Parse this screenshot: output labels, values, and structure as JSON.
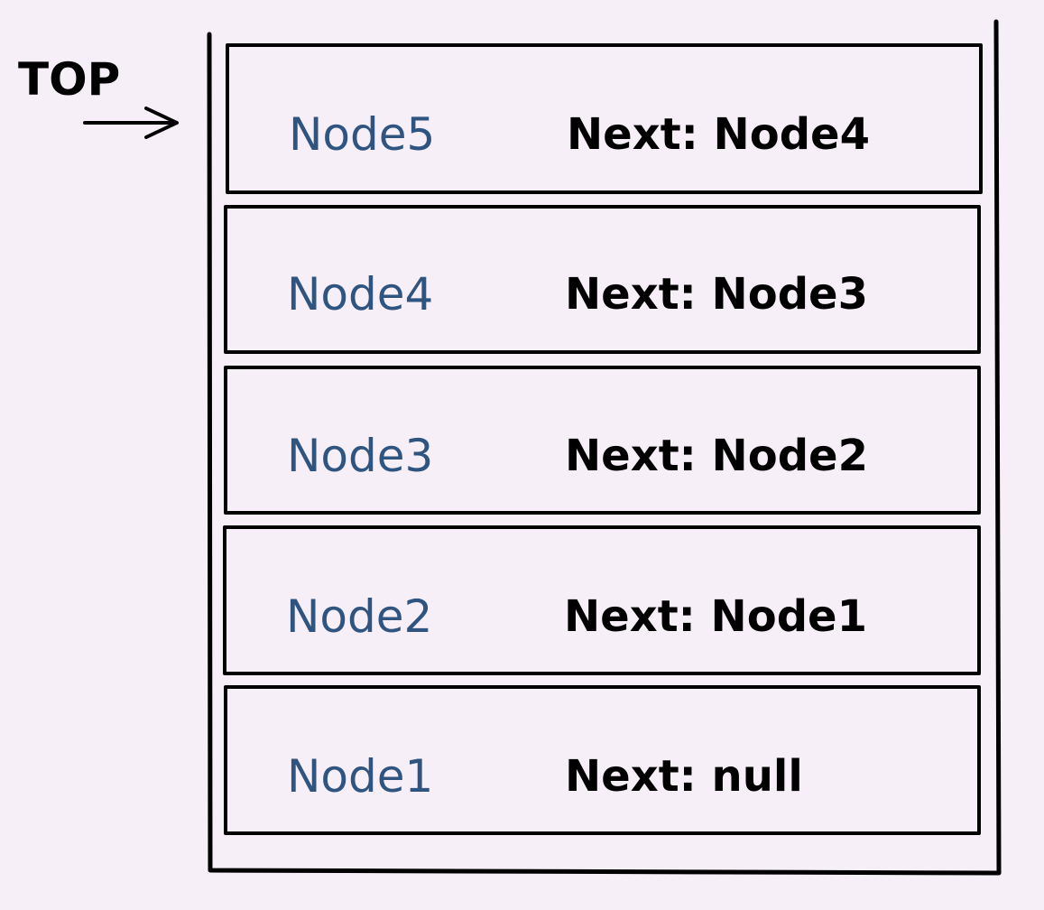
{
  "pointer": {
    "label": "TOP"
  },
  "nodes": [
    {
      "name": "Node5",
      "next": "Next: Node4"
    },
    {
      "name": "Node4",
      "next": "Next: Node3"
    },
    {
      "name": "Node3",
      "next": "Next: Node2"
    },
    {
      "name": "Node2",
      "next": "Next: Node1"
    },
    {
      "name": "Node1",
      "next": "Next: null"
    }
  ],
  "colors": {
    "background": "#f7eff7",
    "node_name": "#2f5480",
    "outline": "#000000"
  }
}
